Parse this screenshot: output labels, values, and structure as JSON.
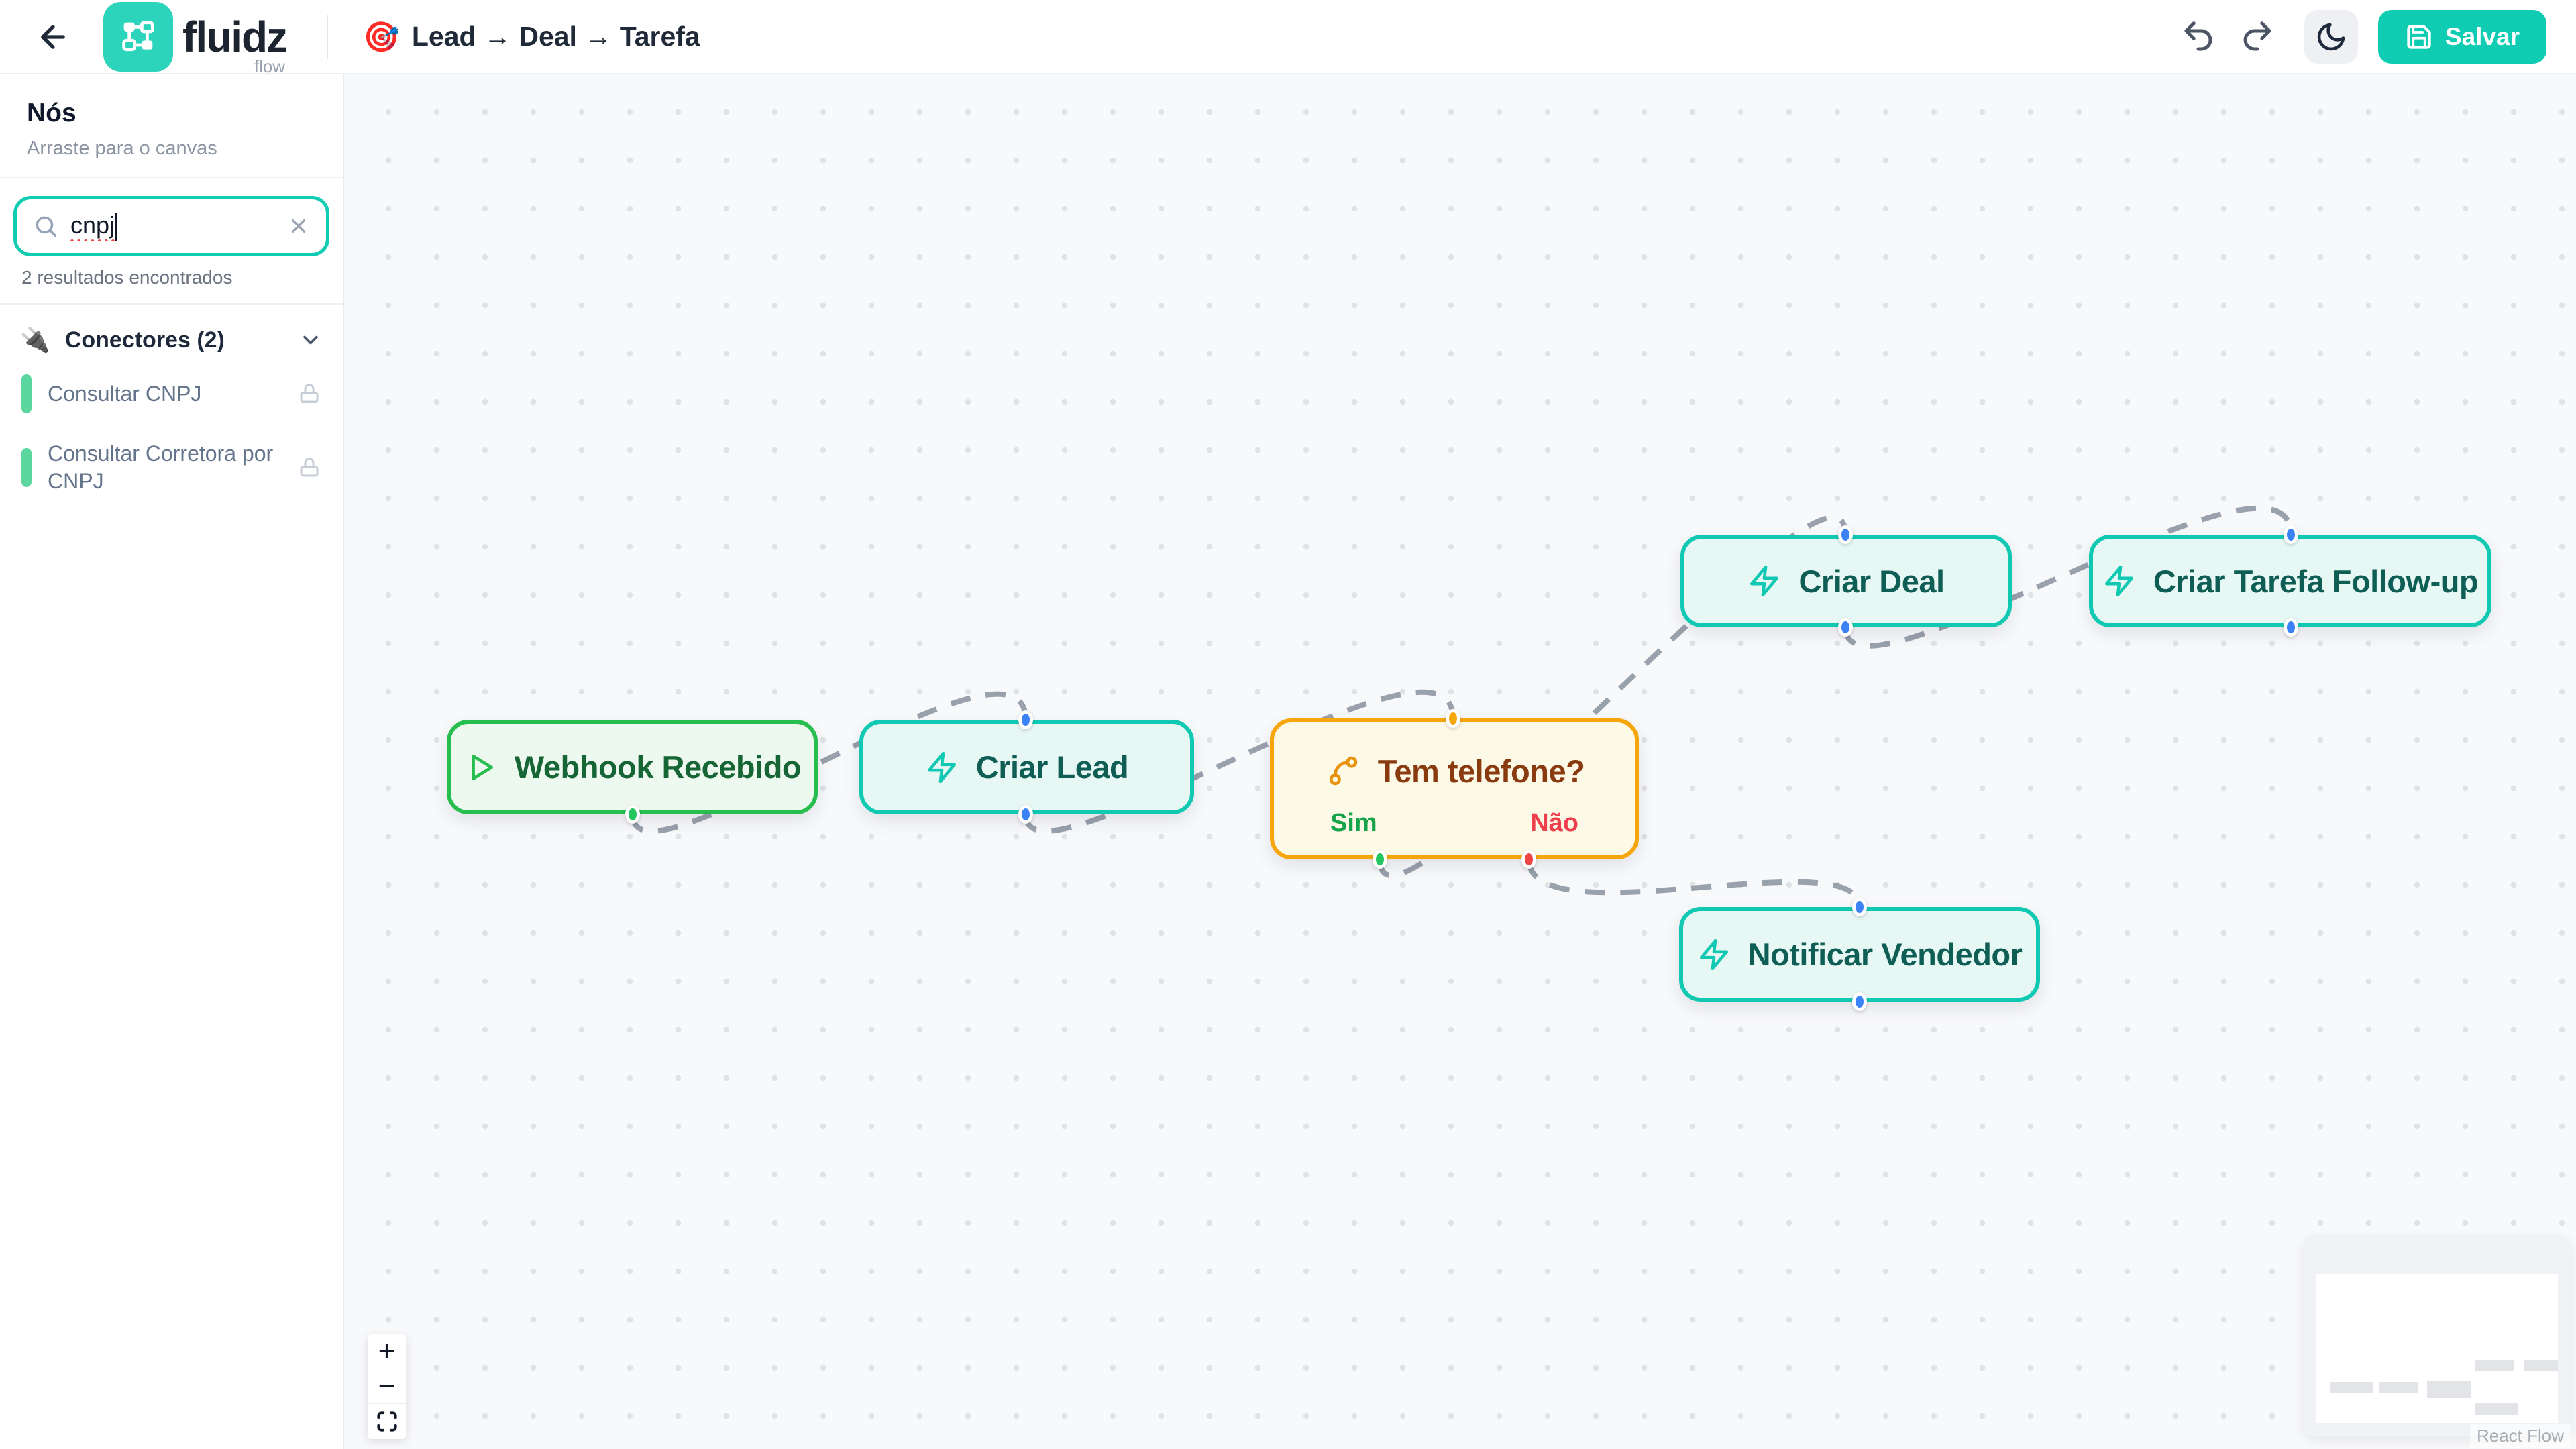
{
  "header": {
    "brand": "fluidz",
    "brand_sub": "flow",
    "title_emoji": "🎯",
    "title": "Lead → Deal → Tarefa",
    "save_label": "Salvar"
  },
  "sidebar": {
    "title": "Nós",
    "subtitle": "Arraste para o canvas",
    "search": {
      "value": "cnpj",
      "results_text": "2 resultados encontrados"
    },
    "sections": [
      {
        "emoji": "🔌",
        "label": "Conectores (2)",
        "items": [
          {
            "label": "Consultar CNPJ",
            "locked": true
          },
          {
            "label": "Consultar Corretora por CNPJ",
            "locked": true
          }
        ]
      }
    ]
  },
  "canvas": {
    "nodes": [
      {
        "label": "Webhook Recebido",
        "type": "trigger"
      },
      {
        "label": "Criar Lead",
        "type": "action"
      },
      {
        "label": "Tem telefone?",
        "type": "condition",
        "branch_yes": "Sim",
        "branch_no": "Não"
      },
      {
        "label": "Criar Deal",
        "type": "action"
      },
      {
        "label": "Criar Tarefa Follow-up",
        "type": "action"
      },
      {
        "label": "Notificar Vendedor",
        "type": "action"
      }
    ],
    "controls": {
      "zoom_in": "+",
      "zoom_out": "−"
    },
    "attribution": "React Flow"
  },
  "colors": {
    "accent_teal": "#0fccb2",
    "trigger_green": "#27bd4f",
    "action_teal": "#11c9b3",
    "condition_orange": "#f6a50b",
    "branch_yes_green": "#17a34a",
    "branch_no_red": "#ee3f4d",
    "handle_blue": "#3b82f6",
    "edge_gray": "#99a1ad"
  }
}
